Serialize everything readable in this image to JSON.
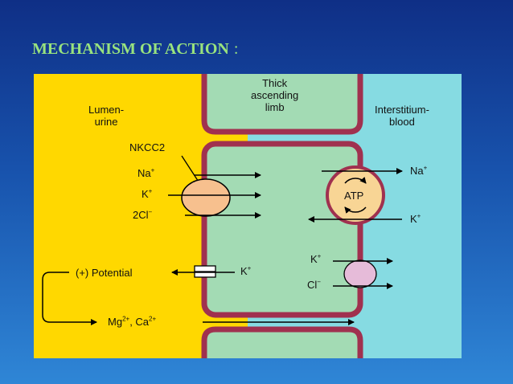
{
  "slide": {
    "title": "MECHANISM OF ACTION",
    "title_separator": ":"
  },
  "diagram": {
    "regions": {
      "lumen_line1": "Lumen-",
      "lumen_line2": "urine",
      "limb_line1": "Thick",
      "limb_line2": "ascending",
      "limb_line3": "limb",
      "interstitium_line1": "Interstitium-",
      "interstitium_line2": "blood"
    },
    "transporters": {
      "nkcc2": "NKCC2",
      "atp": "ATP"
    },
    "ions": {
      "na": {
        "base": "Na",
        "charge": "+"
      },
      "k": {
        "base": "K",
        "charge": "+"
      },
      "cl2": {
        "base": "2Cl",
        "charge": "−"
      },
      "cl": {
        "base": "Cl",
        "charge": "−"
      },
      "mg": {
        "base": "Mg",
        "charge": "2+"
      },
      "ca": {
        "base": "Ca",
        "charge": "2+"
      },
      "mgca_separator": ", "
    },
    "potential": "(+) Potential",
    "colors": {
      "lumen": "#ffd800",
      "cell": "#a3dbb4",
      "interstitium": "#86dbe2",
      "membrane": "#a0314f",
      "nkcc2_fill": "#f7c08e",
      "atp_fill": "#f8d595",
      "cl_channel_fill": "#e6bbd9",
      "title": "#99e37e"
    }
  }
}
